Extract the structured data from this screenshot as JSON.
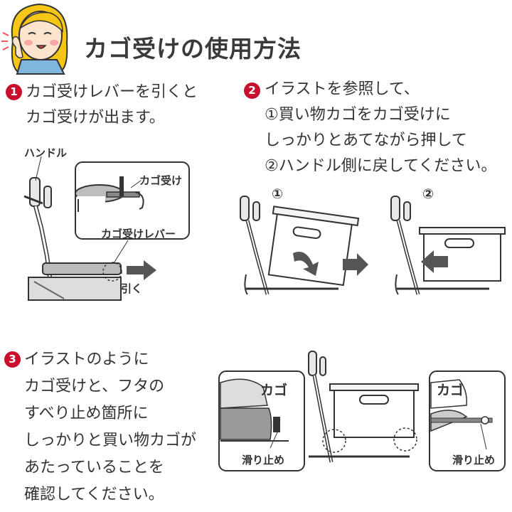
{
  "header": {
    "title": "カゴ受けの使用方法",
    "icon": "woman-pointing-icon"
  },
  "steps": [
    {
      "number": "1",
      "lines": [
        "カゴ受けレバーを引くと",
        "カゴ受けが出ます。"
      ]
    },
    {
      "number": "2",
      "lines": [
        "イラストを参照して、",
        "①買い物カゴをカゴ受けに",
        "しっかりとあてながら押して",
        "②ハンドル側に戻してください。"
      ]
    },
    {
      "number": "3",
      "lines": [
        "イラストのように",
        "カゴ受けと、フタの",
        "すべり止め箇所に",
        "しっかりと買い物カゴが",
        "あたっていることを",
        "確認してください。"
      ]
    }
  ],
  "figure1": {
    "handle_label": "ハンドル",
    "basket_receiver_label": "カゴ受け",
    "lever_label": "カゴ受けレバー",
    "pull_label": "引く"
  },
  "figure2": {
    "marker1": "①",
    "marker2": "②"
  },
  "figure3": {
    "left_callout_title": "カゴ",
    "left_callout_label": "滑り止め",
    "right_callout_title": "カゴ",
    "right_callout_label": "滑り止め"
  },
  "colors": {
    "step_badge": "#c8102e",
    "arrow": "#555555",
    "title": "#3a3a3a"
  }
}
